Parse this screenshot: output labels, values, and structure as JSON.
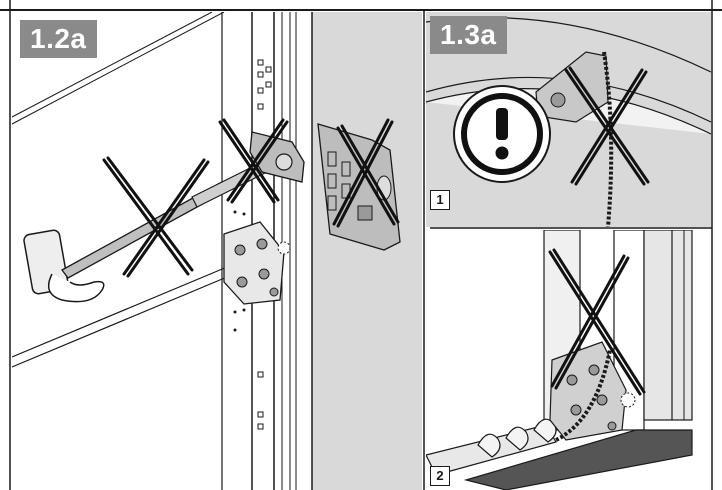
{
  "panels": {
    "left": {
      "label": "1.2a"
    },
    "right_top": {
      "label": "1.3a",
      "step": "1"
    },
    "right_bottom": {
      "step": "2"
    }
  },
  "colors": {
    "line": "#1a1a1a",
    "badge": "#8a8a8a",
    "panel_gray": "#d9d9d9",
    "cross": "#111111"
  },
  "icons": [
    "warning-exclamation-icon",
    "cross-out-icon"
  ]
}
